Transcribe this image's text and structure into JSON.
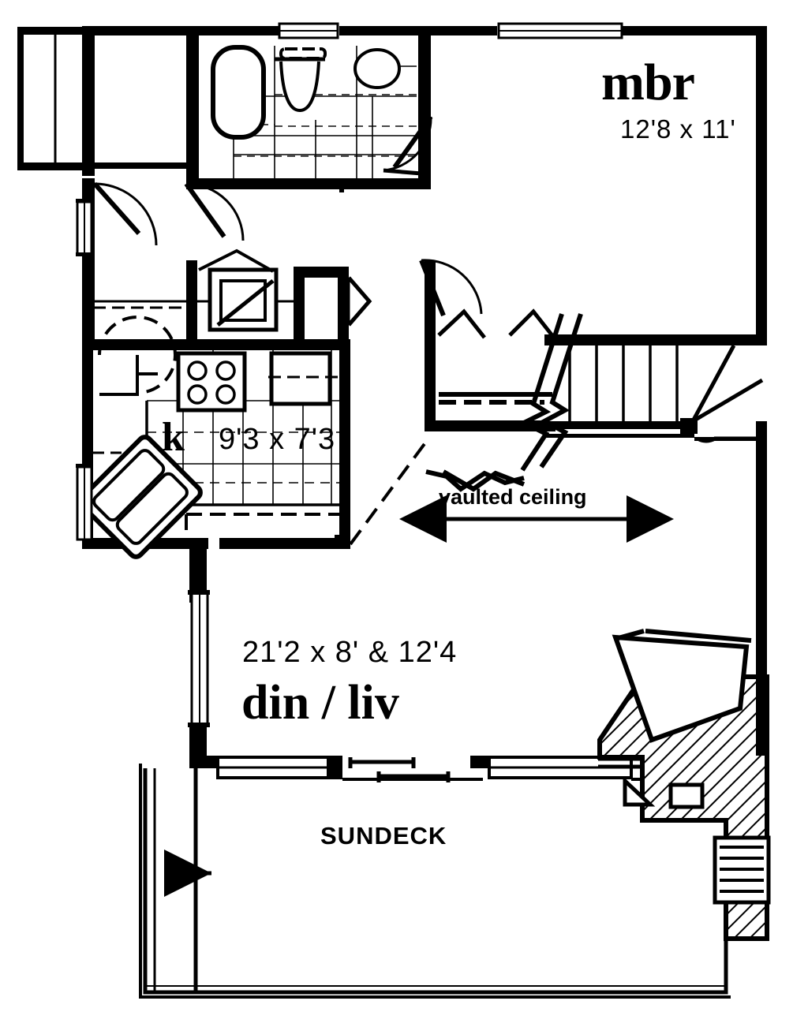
{
  "document": {
    "type": "architectural-floor-plan",
    "view": "main-floor-plan"
  },
  "rooms": [
    {
      "id": "mbr",
      "name": "mbr",
      "dimensions": "12'8 x 11'",
      "full_name": "master bedroom"
    },
    {
      "id": "kitchen",
      "name": "k",
      "dimensions": "9'3 x 7'3",
      "full_name": "kitchen"
    },
    {
      "id": "din-liv",
      "name": "din / liv",
      "dimensions": "21'2 x 8' & 12'4",
      "full_name": "dining / living"
    },
    {
      "id": "sundeck",
      "name": "SUNDECK",
      "dimensions": "",
      "full_name": "sundeck"
    }
  ],
  "annotations": [
    {
      "id": "vaulted-ceiling",
      "text": "vaulted ceiling",
      "symbol": "double-headed-arrow"
    },
    {
      "id": "deck-stair-direction",
      "text": "",
      "symbol": "left-arrow"
    }
  ],
  "fixtures": [
    {
      "name": "bathtub",
      "room": "bath"
    },
    {
      "name": "toilet",
      "room": "bath"
    },
    {
      "name": "lavatory-sink",
      "room": "bath"
    },
    {
      "name": "cooktop-range",
      "room": "kitchen"
    },
    {
      "name": "refrigerator",
      "room": "kitchen"
    },
    {
      "name": "double-basin-sink",
      "room": "kitchen"
    },
    {
      "name": "washer-dryer",
      "room": "utility"
    },
    {
      "name": "staircase",
      "room": "stair"
    },
    {
      "name": "fireplace-hearth",
      "room": "din-liv"
    }
  ],
  "colors": {
    "line": "#000000",
    "background": "#ffffff"
  }
}
